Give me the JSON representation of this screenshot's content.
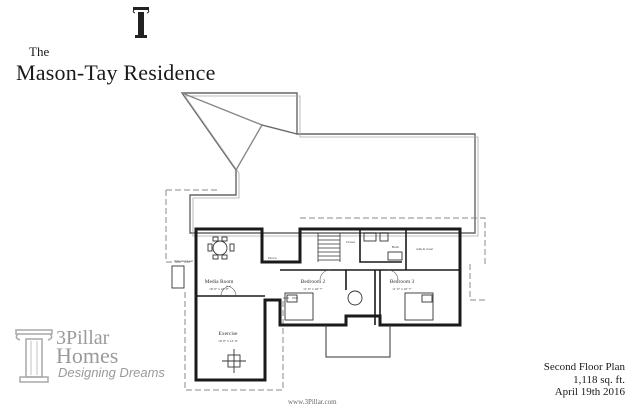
{
  "title": {
    "prefix": "The",
    "name": "Mason-Tay Residence"
  },
  "rooms": {
    "media_room": {
      "name": "Media Room",
      "dims": "16' 0\" x 16' 0\""
    },
    "exercise": {
      "name": "Exercise",
      "dims": "10' 0\" x 12' 0\""
    },
    "bedroom2": {
      "name": "Bedroom 2",
      "dims": "11' 6\" x 10' 7\""
    },
    "bedroom3": {
      "name": "Bedroom 3",
      "dims": "11' 6\" x 10' 7\""
    },
    "closet": "Closet",
    "down": "Down",
    "bath": "Bath",
    "walkin": "walk-in closet",
    "optional": "Optional Closet"
  },
  "logo": {
    "line1": "3Pillar",
    "line2": "Homes",
    "tagline": "Designing Dreams"
  },
  "website": "www.3Pillar.com",
  "plan_info": {
    "name": "Second Floor Plan",
    "area": "1,118 sq. ft.",
    "date": "April 19th 2016"
  },
  "colors": {
    "ink": "#1a1a1a",
    "logo_gray": "#9a9a9a"
  }
}
